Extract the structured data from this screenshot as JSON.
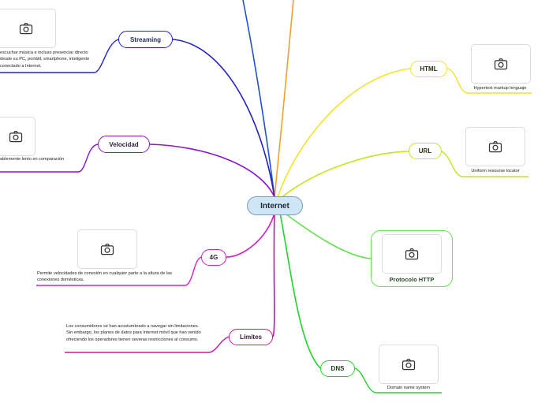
{
  "central": {
    "label": "Internet"
  },
  "nodes": {
    "streaming": {
      "label": "Streaming",
      "color": "#2121c8",
      "note": "escuchar música e incluso presenciar directo desde su PC, portátil, smartphone, inteligente conectado a Internet."
    },
    "velocidad": {
      "label": "Velocidad",
      "color": "#8a16c8",
      "note": "ablemente lento en comparación"
    },
    "g4": {
      "label": "4G",
      "color": "#d11ec7",
      "note": "Permite velocidades de conexión en cualquier parte a la altura de las conexiones domésticas."
    },
    "limites": {
      "label": "Límites",
      "color": "#c8169e",
      "note": "Los consumidores se han acostumbrado a navegar sin limitaciones. Sin embargo, los planes de datos para Internet móvil que han venido ofreciendo los operadores tienen severas restricciones al consumo."
    },
    "html": {
      "label": "HTML",
      "color": "#f2e42a",
      "note": "Hypertext markup lenguaje"
    },
    "url": {
      "label": "URL",
      "color": "#c6e41e",
      "note": "Uniform resourse locator"
    },
    "http": {
      "label": "Protocolo HTTP",
      "color": "#64e052"
    },
    "dns": {
      "label": "DNS",
      "color": "#20d52a",
      "note": "Domain name system"
    }
  },
  "branch_colors": {
    "top_blue": "#1f50d8",
    "top_orange": "#f2a12a"
  },
  "icons": {
    "image_placeholder": "camera-icon"
  }
}
